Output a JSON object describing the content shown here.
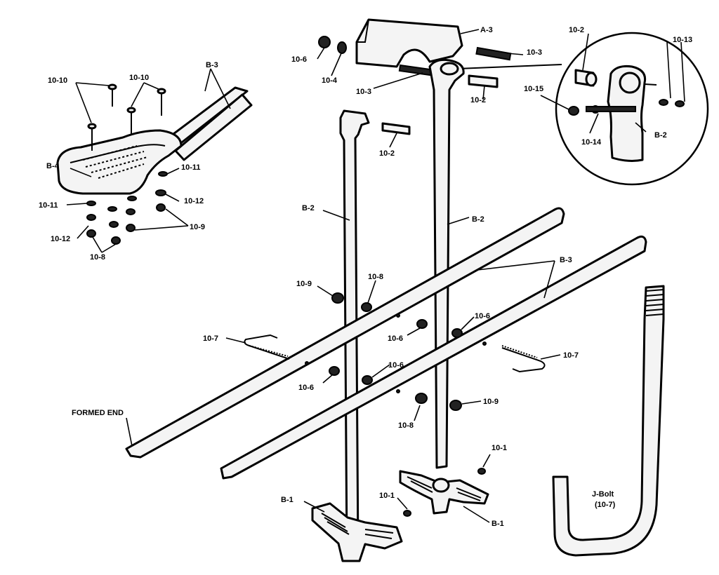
{
  "labels": {
    "a3": "A-3",
    "b1": "B-1",
    "b2": "B-2",
    "b3": "B-3",
    "b4": "B-4",
    "p10_2": "10-2",
    "p10_3": "10-3",
    "p10_4": "10-4",
    "p10_6": "10-6",
    "p10_7": "10-7",
    "p10_8": "10-8",
    "p10_9": "10-9",
    "p10_10": "10-10",
    "p10_11": "10-11",
    "p10_12": "10-12",
    "p10_13": "10-13",
    "p10_14": "10-14",
    "p10_15": "10-15",
    "p10_1": "10-1",
    "formed_end": "FORMED END",
    "jbolt_line1": "J-Bolt",
    "jbolt_line2": "(10-7)"
  }
}
